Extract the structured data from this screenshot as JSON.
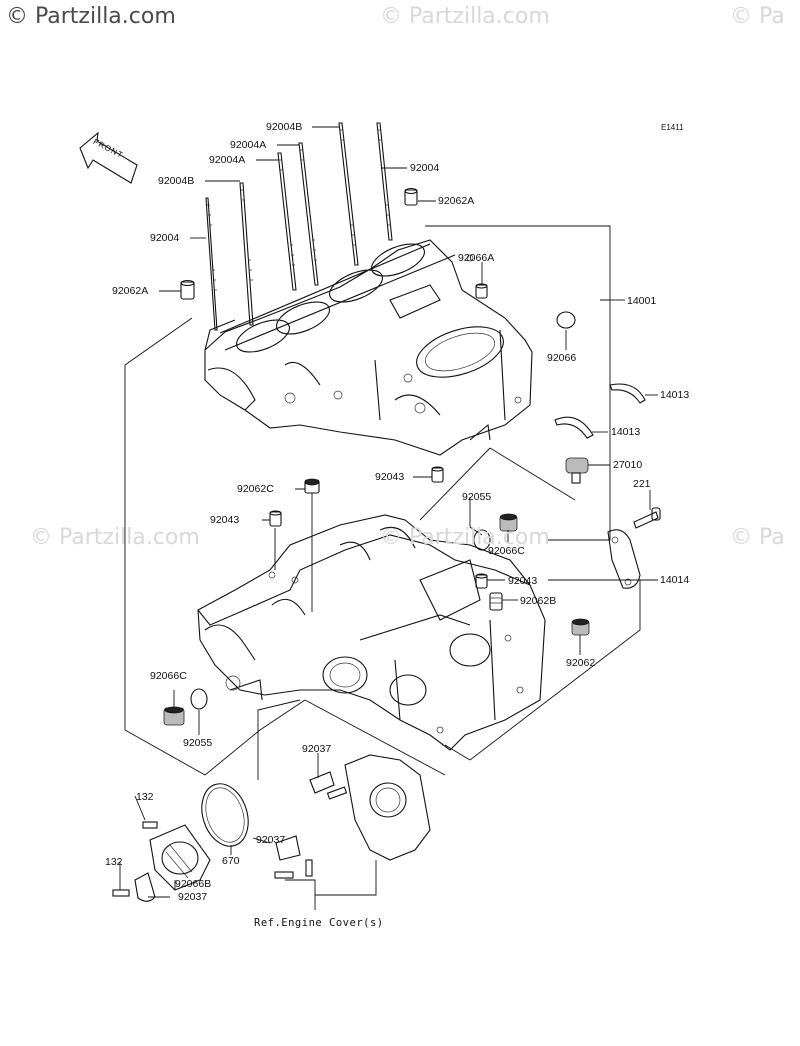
{
  "watermark": {
    "main": "© Partzilla.com",
    "faint": "© Partzilla.com",
    "faint_cut": "© Pa"
  },
  "diagram_code": "E1411",
  "front_arrow_label": "FRONT",
  "reference_note": "Ref.Engine Cover(s)",
  "callouts": [
    {
      "id": "92004B-top",
      "text": "92004B"
    },
    {
      "id": "92004A-1",
      "text": "92004A"
    },
    {
      "id": "92004A-2",
      "text": "92004A"
    },
    {
      "id": "92004-right",
      "text": "92004"
    },
    {
      "id": "92004B-left",
      "text": "92004B"
    },
    {
      "id": "92062A-right",
      "text": "92062A"
    },
    {
      "id": "92004-left",
      "text": "92004"
    },
    {
      "id": "92066A",
      "text": "92066A"
    },
    {
      "id": "92062A-left",
      "text": "92062A"
    },
    {
      "id": "14001",
      "text": "14001"
    },
    {
      "id": "92066",
      "text": "92066"
    },
    {
      "id": "14013-a",
      "text": "14013"
    },
    {
      "id": "14013-b",
      "text": "14013"
    },
    {
      "id": "27010",
      "text": "27010"
    },
    {
      "id": "221",
      "text": "221"
    },
    {
      "id": "92043-top",
      "text": "92043"
    },
    {
      "id": "92062C",
      "text": "92062C"
    },
    {
      "id": "92055-top",
      "text": "92055"
    },
    {
      "id": "92043-left",
      "text": "92043"
    },
    {
      "id": "92066C-right",
      "text": "92066C"
    },
    {
      "id": "14014",
      "text": "14014"
    },
    {
      "id": "92043-mid",
      "text": "92043"
    },
    {
      "id": "92062B",
      "text": "92062B"
    },
    {
      "id": "92062",
      "text": "92062"
    },
    {
      "id": "92066C-left",
      "text": "92066C"
    },
    {
      "id": "92055-left",
      "text": "92055"
    },
    {
      "id": "92037-top",
      "text": "92037"
    },
    {
      "id": "132-top",
      "text": "132"
    },
    {
      "id": "92037-mid",
      "text": "92037"
    },
    {
      "id": "670",
      "text": "670"
    },
    {
      "id": "132-bottom",
      "text": "132"
    },
    {
      "id": "92066B",
      "text": "92066B"
    },
    {
      "id": "92037-bottom",
      "text": "92037"
    }
  ]
}
